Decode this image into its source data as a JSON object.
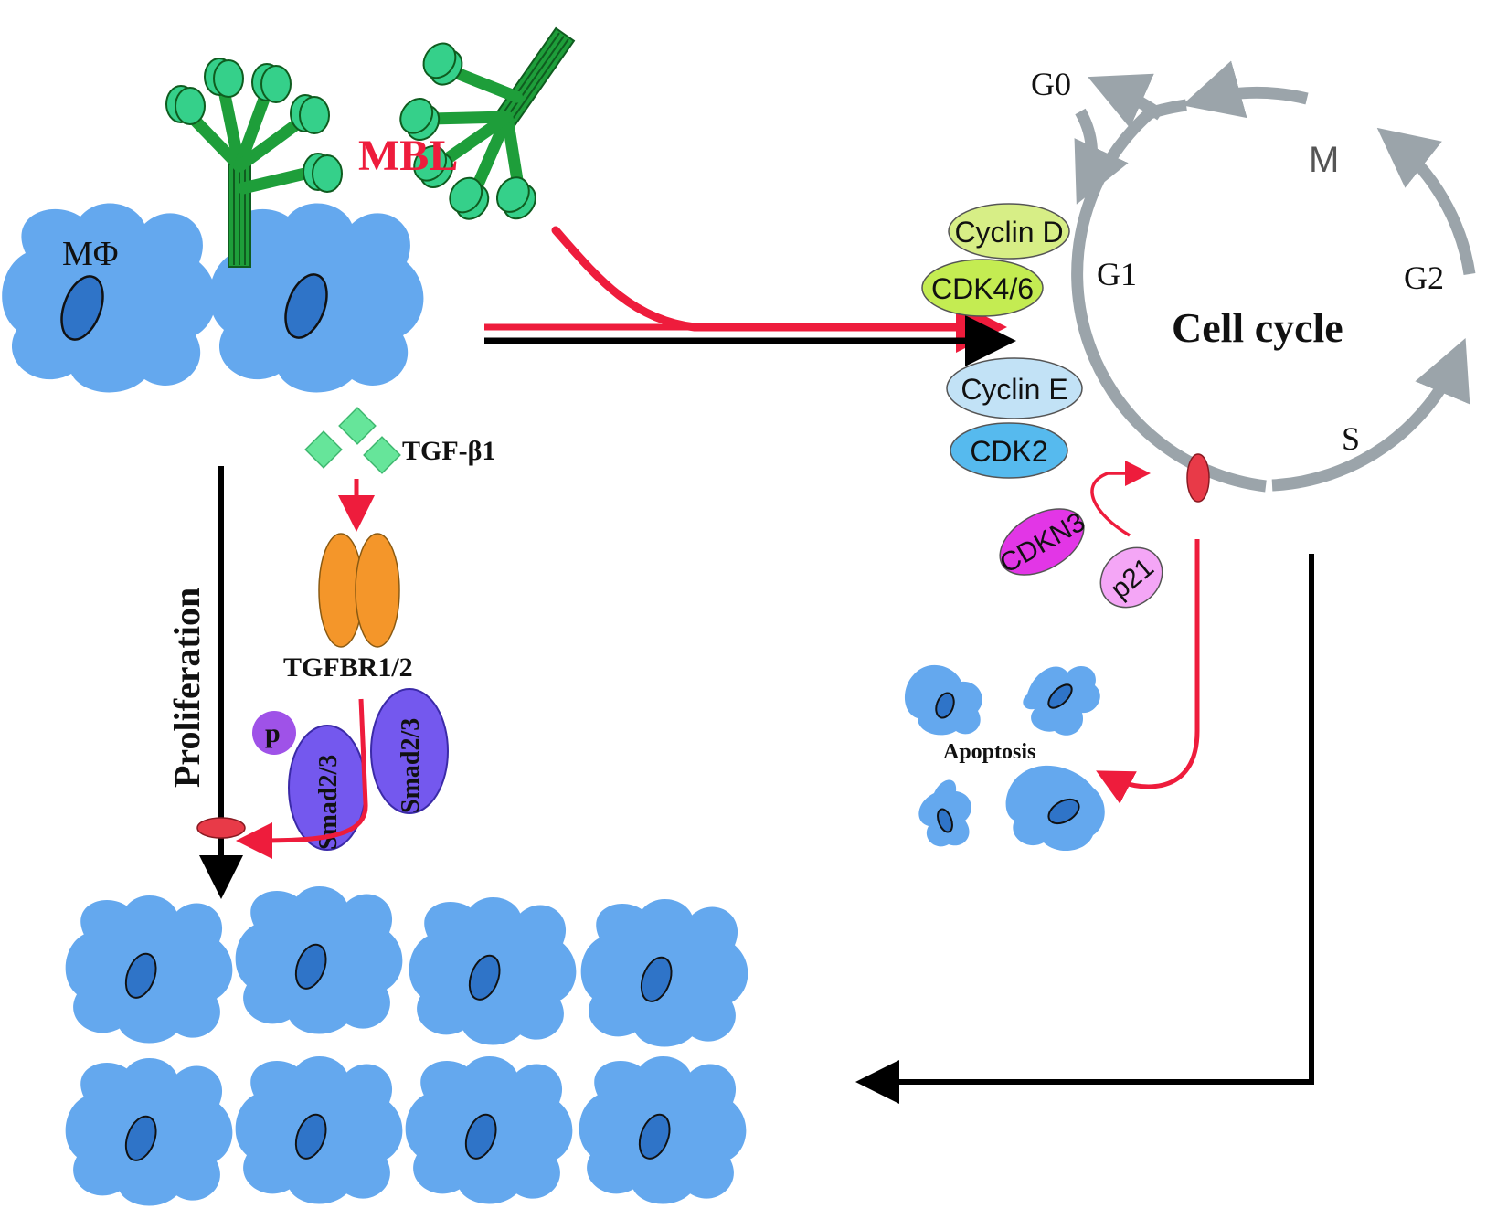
{
  "labels": {
    "mbl": "MBL",
    "macrophage": "MΦ",
    "tgf": "TGF-β1",
    "tgfbr": "TGFBR1/2",
    "p": "p",
    "smad_a": "Smad2/3",
    "smad_b": "Smad2/3",
    "proliferation": "Proliferation",
    "cell_cycle": "Cell cycle",
    "g0": "G0",
    "g1": "G1",
    "g2": "G2",
    "m": "M",
    "s": "S",
    "cyclin_d": "Cyclin D",
    "cdk46": "CDK4/6",
    "cyclin_e": "Cyclin E",
    "cdk2": "CDK2",
    "cdkn3": "CDKN3",
    "p21": "p21",
    "apoptosis": "Apoptosis"
  },
  "colors": {
    "cell": "#64a8ee",
    "nucleus": "#2f74c8",
    "mbl_stalk": "#1e9e3a",
    "mbl_head": "#35d08a",
    "red_arrow": "#ee1c3c",
    "tgf": "#66e59a",
    "receptor": "#f4962a",
    "smad": "#7458ee",
    "p_circle": "#9f52e8",
    "cycle_arrow": "#9ba4aa",
    "cyclin_d": "#d7ee86",
    "cdk46": "#c4ec52",
    "cyclin_e": "#c2e2f6",
    "cdk2": "#56baee",
    "cdkn3": "#e236e6",
    "p21": "#f4a6f6",
    "inhibitor": "#e83a48"
  }
}
